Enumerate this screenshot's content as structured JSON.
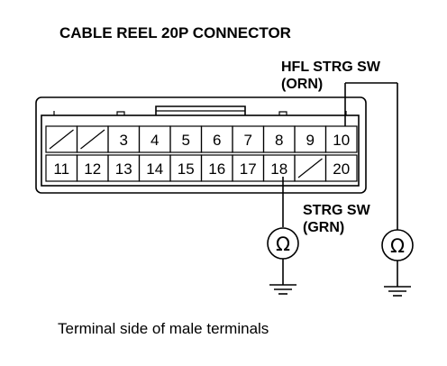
{
  "title": "CABLE REEL 20P CONNECTOR",
  "hfl_label_line1": "HFL STRG SW",
  "hfl_label_line2": "(ORN)",
  "strg_label_line1": "STRG SW",
  "strg_label_line2": "(GRN)",
  "caption": "Terminal side of male terminals",
  "ohm_symbol": "Ω",
  "top_row": [
    "",
    "",
    "3",
    "4",
    "5",
    "6",
    "7",
    "8",
    "9",
    "10"
  ],
  "bottom_row": [
    "11",
    "12",
    "13",
    "14",
    "15",
    "16",
    "17",
    "18",
    "",
    "20"
  ]
}
